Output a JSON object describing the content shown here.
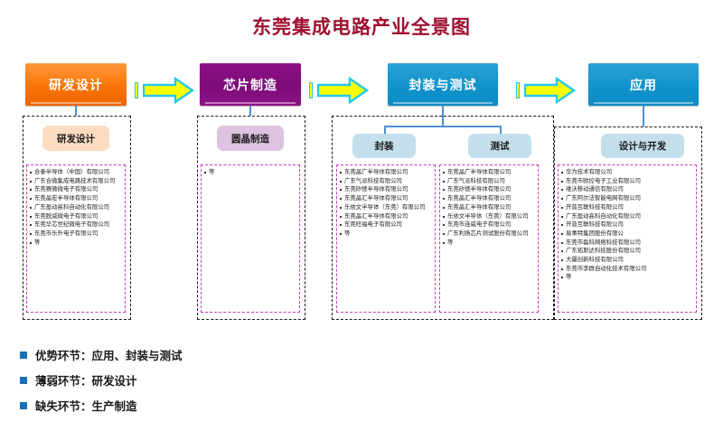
{
  "title": "东莞集成电路产业全景图",
  "stages": [
    {
      "id": "rd",
      "head": "研发设计",
      "subcats": [
        {
          "label": "研发设计",
          "companies": [
            "合泰半导体（中国）有限公司",
            "广东合微集成电路技术有限公司",
            "东莞赛微微电子有限公司",
            "东莞晶宏半导体有限公司",
            "广东盈动高科自动化有限公司",
            "东莞脱威微电子有限公司",
            "东莞华芯世纪微电子有限公司",
            "东莞市乐升电子有限公司",
            "等"
          ]
        }
      ]
    },
    {
      "id": "fab",
      "head": "芯片制造",
      "subcats": [
        {
          "label": "圆晶制造",
          "companies": [
            "等"
          ]
        }
      ]
    },
    {
      "id": "pkgtest",
      "head": "封装与测试",
      "subcats": [
        {
          "label": "封装",
          "companies": [
            "东莞晶广半导体有限公司",
            "广东气派科技有限公司",
            "东莞矽德半导体有限公司",
            "东莞晶汇半导体有限公司",
            "乐依文半导体（东莞）有限公司",
            "东莞晶汇半导体有限公司",
            "东莞旺福电子有限公司",
            "等"
          ]
        },
        {
          "label": "测试",
          "companies": [
            "东莞晶广半导体有限公司",
            "广东气派科技有限公司",
            "东莞矽德半导体有限公司",
            "东莞晶汇半导体有限公司",
            "东莞晶汇半导体有限公司",
            "乐依文半导体（东莞）有限公司",
            "东莞市连威电子有限公司",
            "广东利扬芯片测试股份有限公司",
            "等"
          ]
        }
      ]
    },
    {
      "id": "app",
      "head": "应用",
      "subcats": [
        {
          "label": "设计与开发",
          "companies": [
            "华为技术有限公司",
            "东莞市欧控电子工业有限公司",
            "维沃移动通信有限公司",
            "广东阿尔法智能电网有限公司",
            "开普互联科技有限公司",
            "广东盈动高科自动化有限公司",
            "开普互联科技有限公司",
            "易事特集团股份有限公",
            "东莞市磊科网络科技有限公司",
            "广东拓斯达科技股份有限公司",
            "大疆创新科技有限公司",
            "东莞市李群自动化技术有限公司",
            "等"
          ]
        }
      ]
    }
  ],
  "arrows": [
    {
      "name": "arrow-rd-to-fab"
    },
    {
      "name": "arrow-fab-to-pkgtest"
    },
    {
      "name": "arrow-pkgtest-to-app"
    }
  ],
  "legend": [
    "优势环节：应用、封装与测试",
    "薄弱环节：研发设计",
    "缺失环节：生产制造"
  ],
  "colors": {
    "title": "#9e1030",
    "orange": "#f97306",
    "purple": "#8c1486",
    "blue": "#1192cb",
    "arrow_fill": "#ffff00",
    "arrow_stroke": "#25c8f0",
    "panel_dash": "#1a1a1a",
    "list_dash": "#c23ec2",
    "connector": "#4a90d9",
    "legend_square": "#1b6fb5"
  }
}
